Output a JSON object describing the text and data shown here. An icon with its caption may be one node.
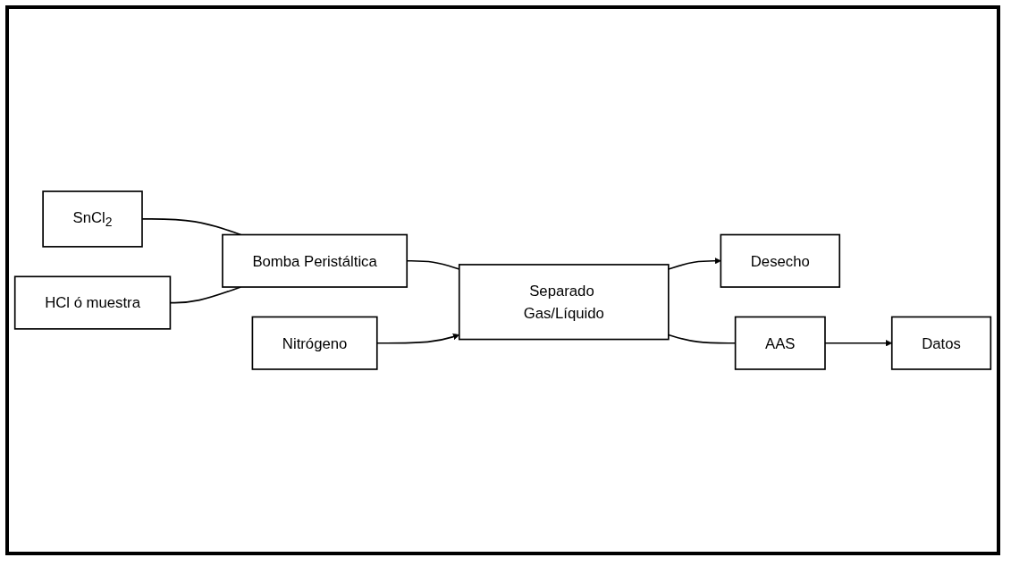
{
  "diagram": {
    "nodes": [
      {
        "text": [
          "SnCl$_{2}$"
        ]
      },
      {
        "text": [
          "HCl ó muestra"
        ]
      },
      {
        "text": [
          "Bomba Peristáltica"
        ]
      },
      {
        "text": [
          "Nitrógeno"
        ]
      },
      {
        "text": [
          "Separado Gas/Líquido"
        ]
      },
      {
        "text": [
          "Desecho"
        ]
      },
      {
        "text": [
          "AAS"
        ]
      },
      {
        "text": [
          "Datos"
        ]
      }
    ],
    "edges": [
      {
        "from": 0,
        "to": 2,
        "arrow": "none"
      },
      {
        "from": 1,
        "to": 2,
        "arrow": "none"
      },
      {
        "from": 2,
        "to": 4,
        "arrow": "none"
      },
      {
        "from": 3,
        "to": 4,
        "arrow": "to"
      },
      {
        "from": 4,
        "to": 5,
        "arrow": "to"
      },
      {
        "from": 4,
        "to": 6,
        "arrow": "none"
      },
      {
        "from": 6,
        "to": 7,
        "arrow": "to"
      }
    ]
  }
}
